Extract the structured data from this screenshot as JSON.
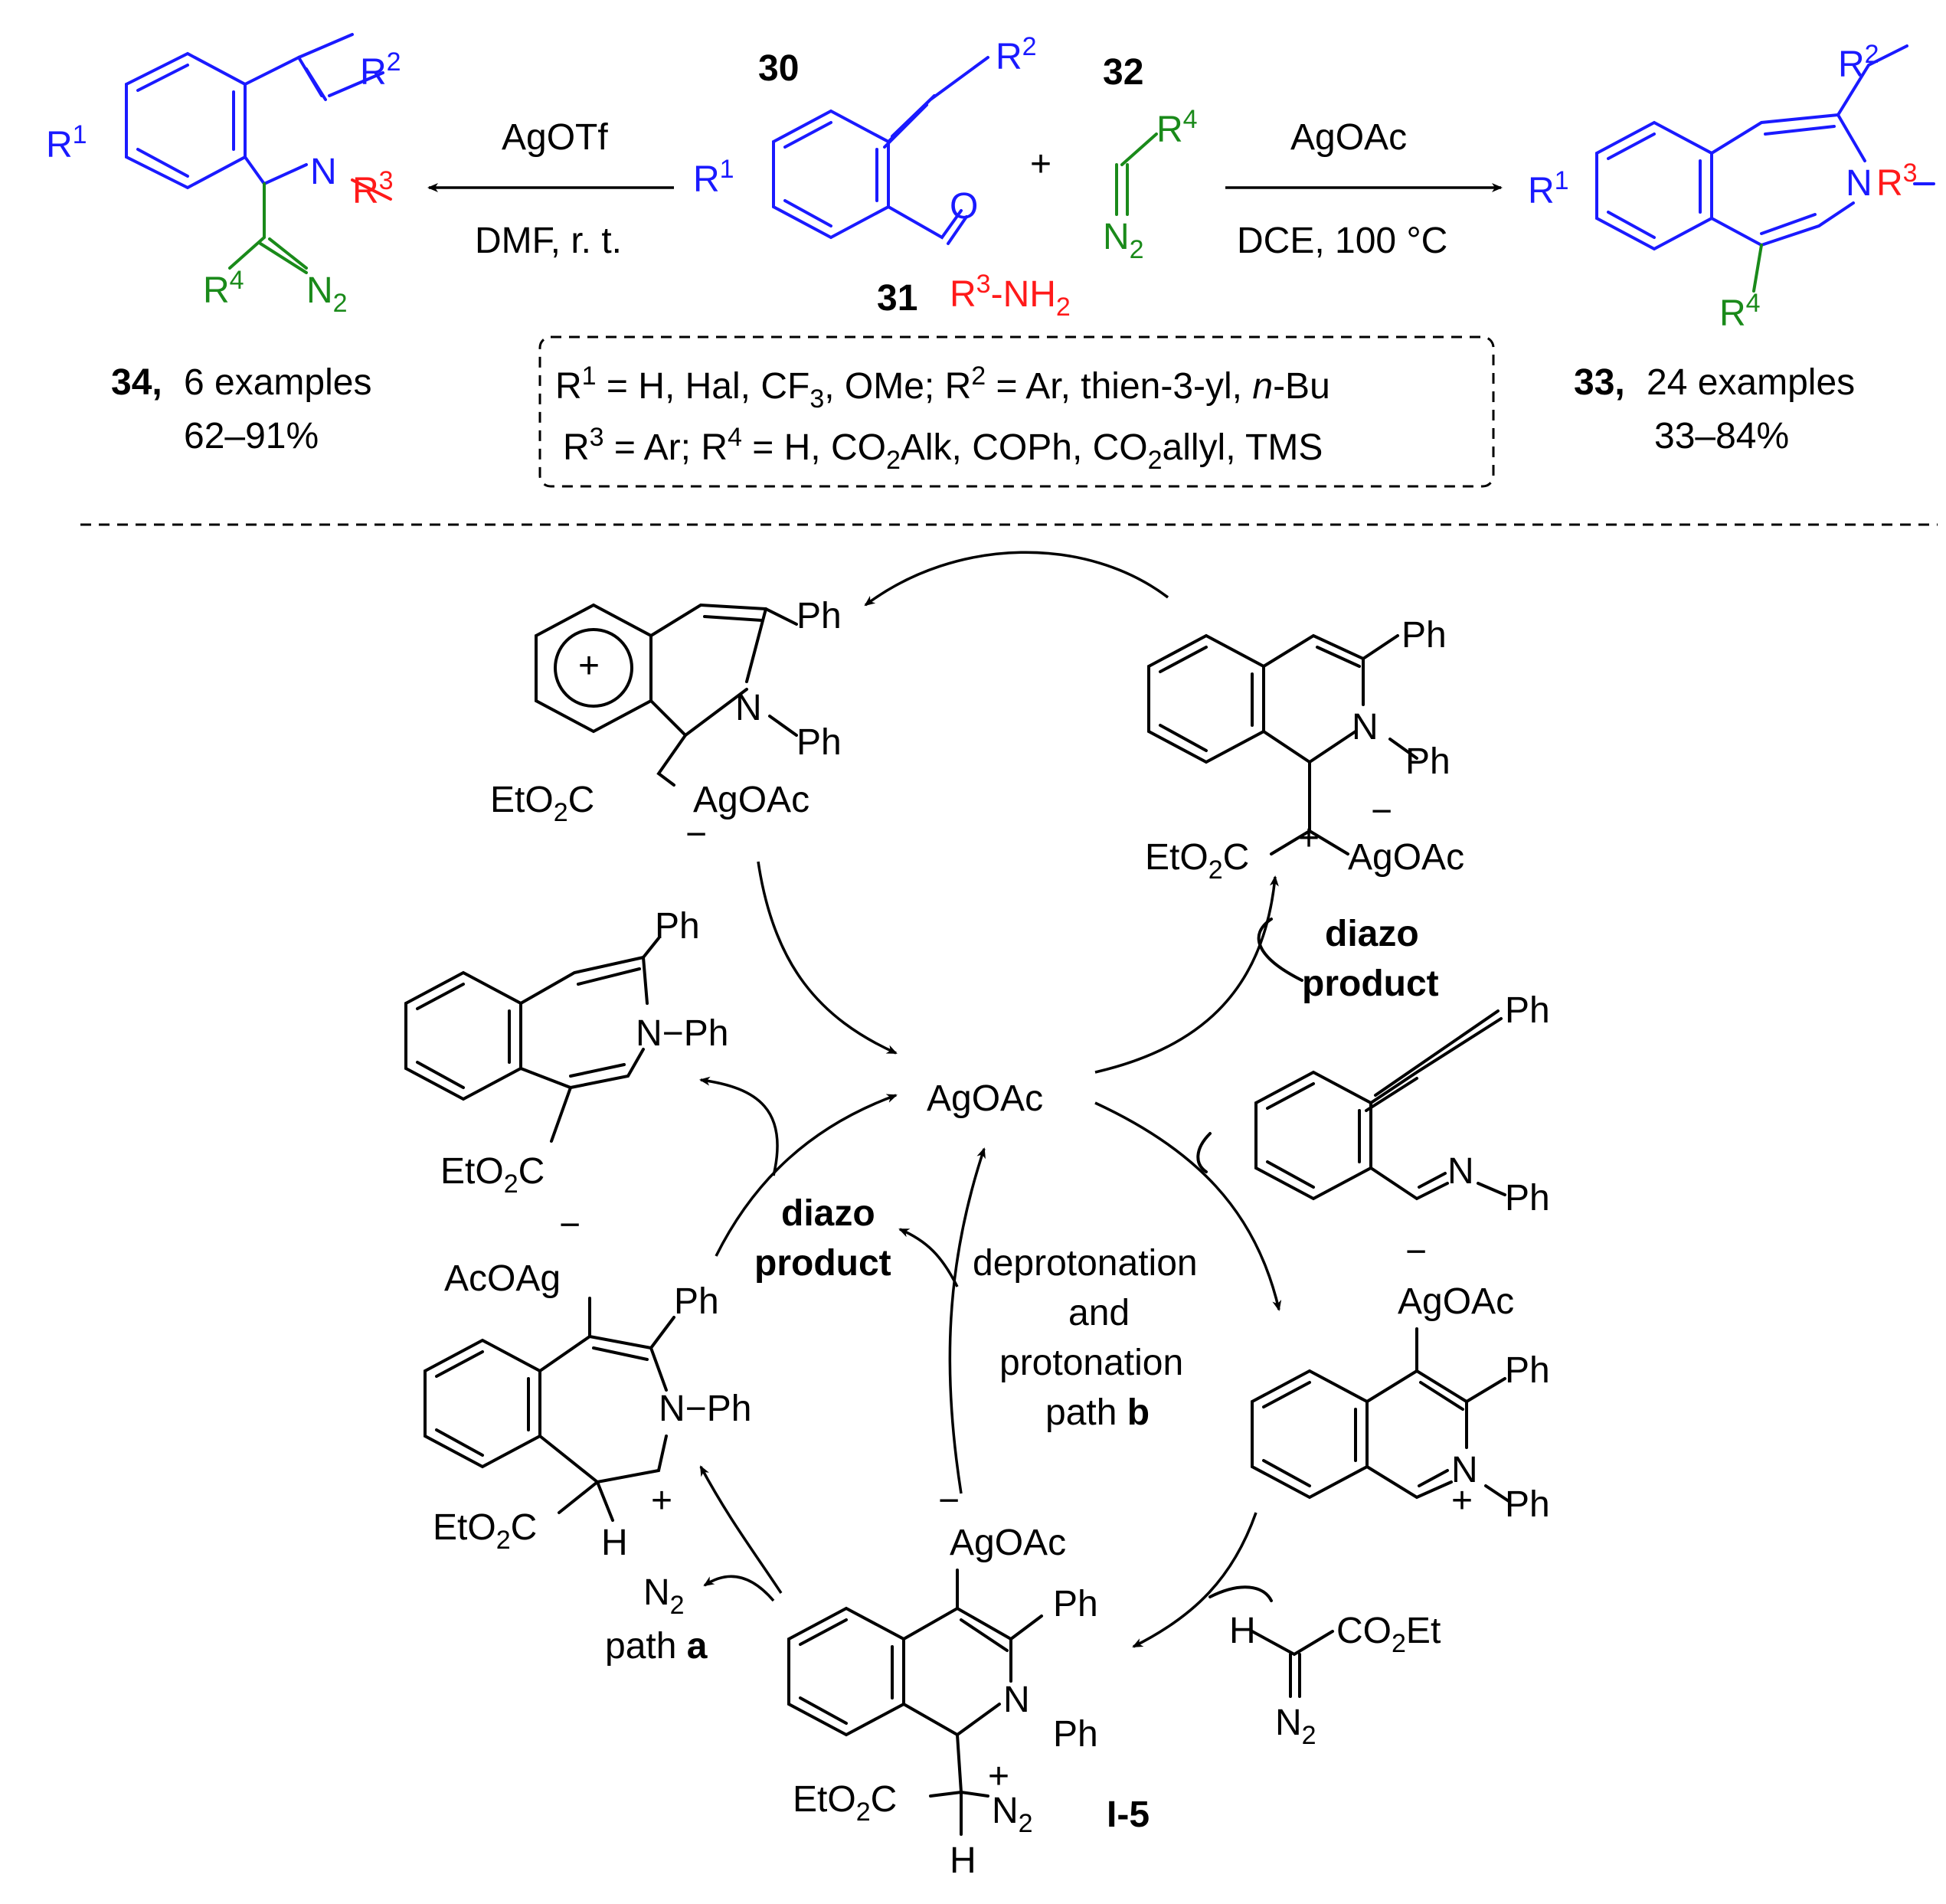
{
  "top_scheme": {
    "cmpd30_label": "30",
    "cmpd32_label": "32",
    "cmpd31_label": "31",
    "r3_nh2": "R3-NH2",
    "plus": "+",
    "left_reagent": "AgOTf",
    "left_conditions": "DMF, r. t.",
    "right_reagent": "AgOAc",
    "right_conditions": "DCE, 100 °C",
    "product34_num": "34,",
    "product34_examples": "6 examples",
    "product34_yield": "62–91%",
    "product33_num": "33,",
    "product33_examples": "24 examples",
    "product33_yield": "33–84%",
    "substituents_line1": "R1 = H, Hal, CF3, OMe; R2 = Ar, thien-3-yl, n-Bu",
    "substituents_line2": "R3 = Ar; R4 = H, CO2Alk, COPh, CO2allyl, TMS",
    "atom_labels": {
      "r1": "R1",
      "r2": "R2",
      "r3": "R3",
      "r4": "R4",
      "n": "N",
      "n2": "N2",
      "o": "O"
    }
  },
  "mechanism": {
    "catalyst": "AgOAc",
    "diazo_product_1": "diazo",
    "diazo_product_2": "product",
    "diazo_product_b1": "diazo",
    "diazo_product_b2": "product",
    "path_b_1": "deprotonation",
    "path_b_2": "and",
    "path_b_3": "protonation",
    "path_b_4": "path b",
    "path_a_n2": "N2",
    "path_a": "path a",
    "intermediate_label": "I-5",
    "labels": {
      "ph": "Ph",
      "n": "N",
      "n_ph": "N−Ph",
      "eto2c": "EtO2C",
      "co2et": "CO2Et",
      "agoac": "AgOAc",
      "acoag": "AcOAg",
      "h": "H",
      "plus": "+",
      "minus": "−"
    }
  }
}
